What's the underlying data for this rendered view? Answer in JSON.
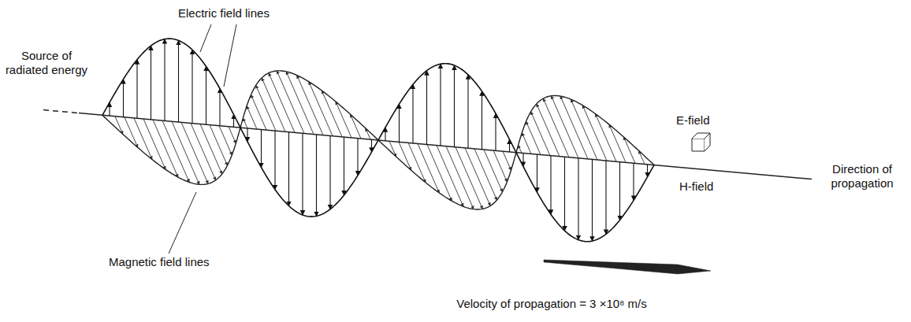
{
  "diagram": {
    "labels": [
      "Electric field lines",
      "Source of radiated energy",
      "E-field",
      "Direction of propagation",
      "H-field",
      "Magnetic field lines",
      "Velocity of propagation = 3 ×10⁸ m/s"
    ]
  }
}
